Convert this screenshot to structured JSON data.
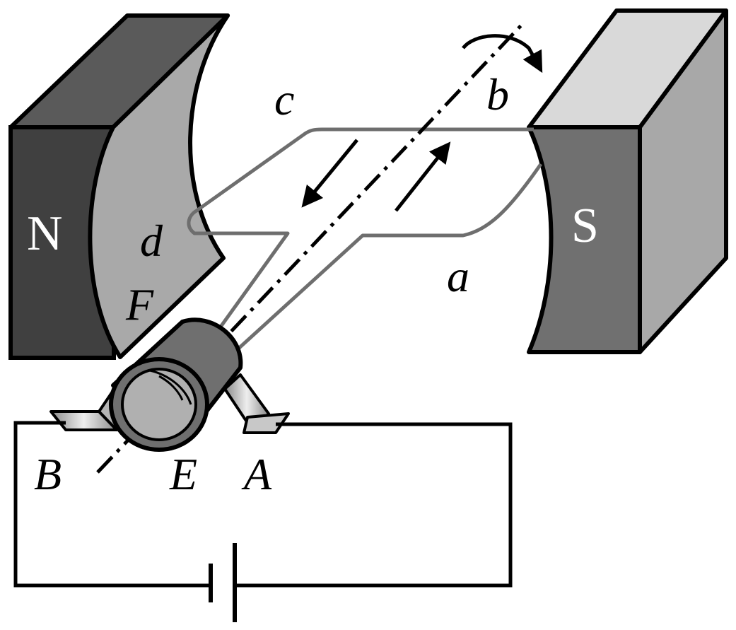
{
  "magnets": {
    "north": {
      "label": "N",
      "front_color": "#404040",
      "top_color": "#5a5a5a",
      "face_color": "#a9a9a9"
    },
    "south": {
      "label": "S",
      "front_color": "#707070",
      "top_color": "#d9d9d9",
      "side_color": "#a8a8a8"
    }
  },
  "coil": {
    "color": "#6e6e6e",
    "sides": [
      "a",
      "b",
      "c",
      "d"
    ]
  },
  "commutator": {
    "label": "E",
    "color": "#6f6f6f",
    "ring_color": "#b0b0b0"
  },
  "brushes": [
    "A",
    "B"
  ],
  "force_label": "F",
  "circuit": {
    "wire_color": "#000000",
    "element": "battery"
  },
  "labels": {
    "a": "a",
    "b": "b",
    "c": "c",
    "d": "d",
    "F": "F",
    "E": "E",
    "A": "A",
    "B": "B"
  }
}
